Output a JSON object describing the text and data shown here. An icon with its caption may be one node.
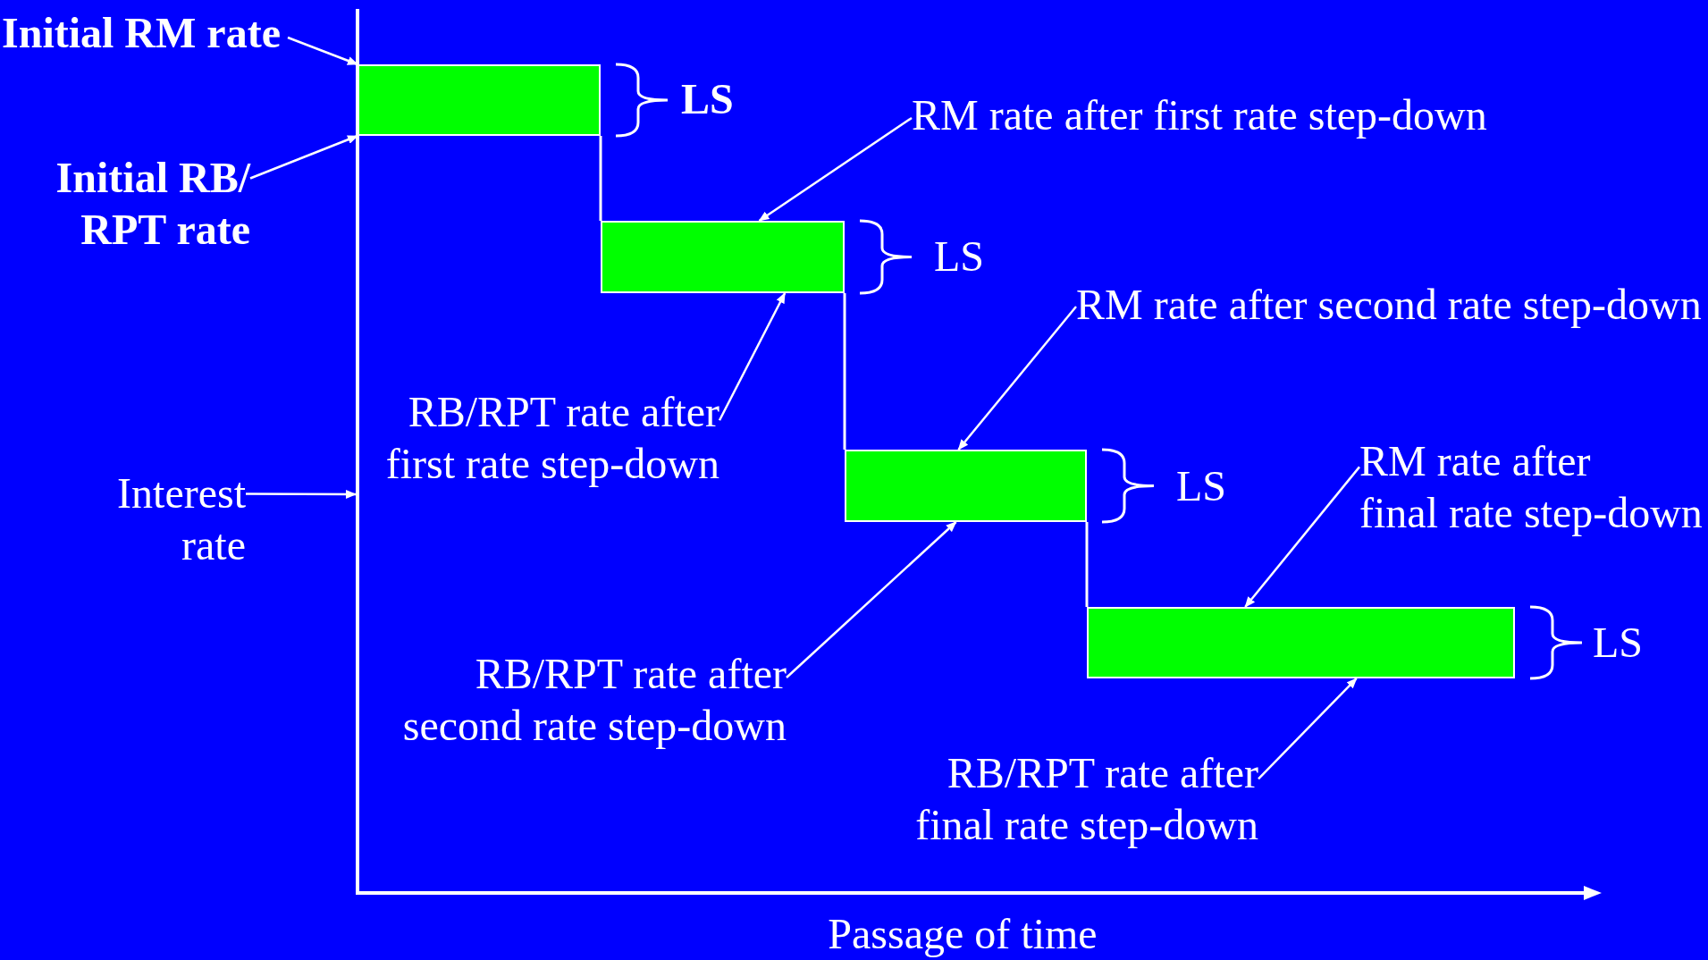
{
  "diagram": {
    "nodes": [
      {
        "text": [
          "Initial RM rate"
        ]
      },
      {
        "text": [],
        "shape": "bar"
      },
      {
        "text": [
          "Initial RB/ RPT rate"
        ]
      },
      {
        "text": [
          "RM rate after first rate step-down"
        ]
      },
      {
        "text": [],
        "shape": "bar"
      },
      {
        "text": [
          "RB/RPT rate after first rate step-down"
        ]
      },
      {
        "text": [
          "RM rate after second rate step-down"
        ]
      },
      {
        "text": [
          "Interest rate"
        ]
      },
      {
        "text": [],
        "shape": "bar"
      },
      {
        "text": [
          "RM rate after final rate step-down"
        ]
      },
      {
        "text": [],
        "shape": "bar"
      },
      {
        "text": [
          "RB/RPT rate after second rate step-down"
        ]
      },
      {
        "text": [
          "RB/RPT rate after final rate step-down"
        ]
      },
      {
        "text": [],
        "shape": "line"
      }
    ],
    "edges": [
      {
        "from": 0,
        "to": 1,
        "arrow": "to"
      },
      {
        "from": 2,
        "to": 1,
        "arrow": "to"
      },
      {
        "from": 7,
        "to": 13,
        "arrow": "to"
      },
      {
        "from": 3,
        "to": 4,
        "arrow": "to"
      },
      {
        "from": 5,
        "to": 4,
        "arrow": "to"
      },
      {
        "from": 6,
        "to": 8,
        "arrow": "to"
      },
      {
        "from": 11,
        "to": 8,
        "arrow": "to"
      },
      {
        "from": 9,
        "to": 10,
        "arrow": "to"
      },
      {
        "from": 12,
        "to": 10,
        "arrow": "to"
      },
      {
        "from": 1,
        "to": 4,
        "arrow": "none"
      },
      {
        "from": 4,
        "to": 8,
        "arrow": "none"
      },
      {
        "from": 8,
        "to": 10,
        "arrow": "none"
      }
    ],
    "labels": [
      "LS",
      "LS",
      "LS",
      "LS",
      "Passage of time"
    ]
  }
}
